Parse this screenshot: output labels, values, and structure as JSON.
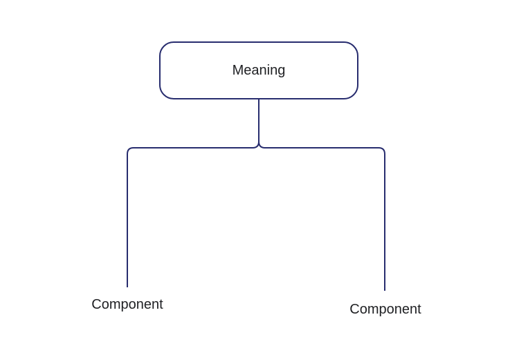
{
  "diagram": {
    "type": "mind-map-tree",
    "root": {
      "label": "Meaning"
    },
    "children": [
      {
        "label": "Component"
      },
      {
        "label": "Component"
      }
    ],
    "colors": {
      "line": "#272c6e",
      "node_fill": "#ffffff",
      "text": "#202124",
      "background": "#ffffff"
    }
  }
}
